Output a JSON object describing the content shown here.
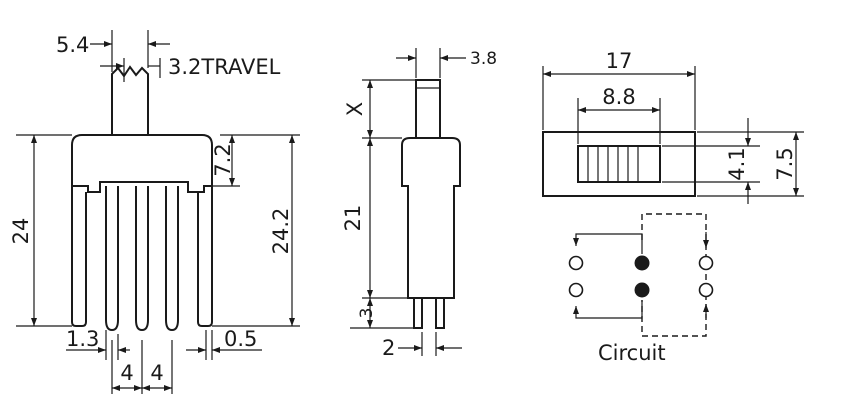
{
  "front_view": {
    "actuator_width": "5.4",
    "travel": "3.2TRAVEL",
    "housing_to_pins": "7.2",
    "overall_height": "24",
    "pin_height": "24.2",
    "pin_offset": "1.3",
    "pin_thickness": "0.5",
    "pin_pitch_left": "4",
    "pin_pitch_right": "4"
  },
  "side_view": {
    "actuator_thickness": "3.8",
    "actuator_extension": "X",
    "body_height": "21",
    "pin_length": "3",
    "pin_width": "2"
  },
  "top_view": {
    "body_length": "17",
    "slot_length": "8.8",
    "knob_width": "4.1",
    "body_width": "7.5"
  },
  "circuit": {
    "label": "Circuit"
  },
  "colors": {
    "ink": "#1a1a1a",
    "background": "#ffffff"
  }
}
